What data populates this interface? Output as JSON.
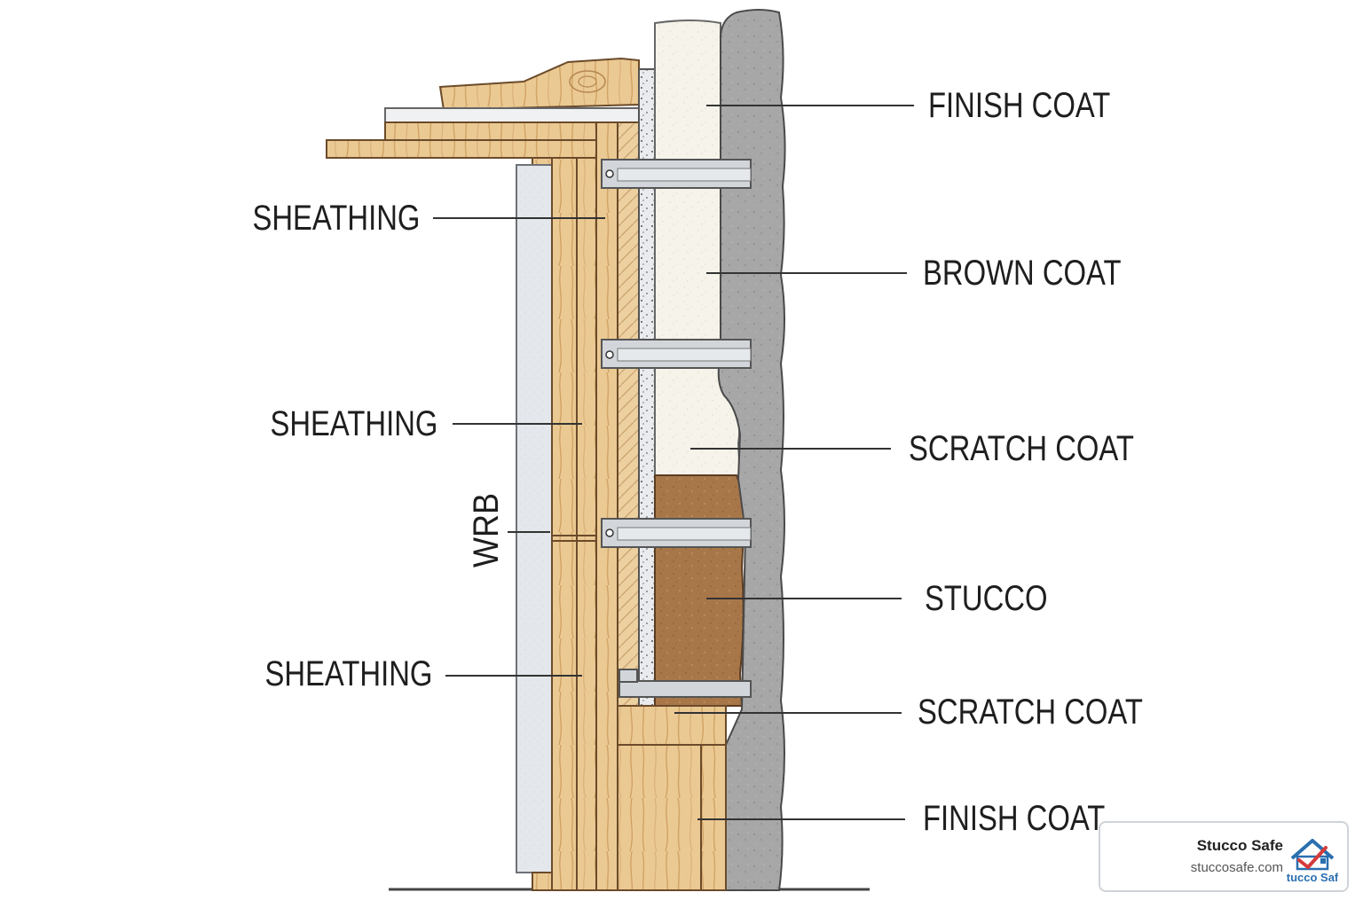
{
  "labels": {
    "left": [
      {
        "id": "sheathing-1",
        "text": "SHEATHING"
      },
      {
        "id": "sheathing-2",
        "text": "SHEATHING"
      },
      {
        "id": "sheathing-3",
        "text": "SHEATHING"
      }
    ],
    "right": [
      {
        "id": "finish-coat-top",
        "text": "FINISH COAT"
      },
      {
        "id": "brown-coat",
        "text": "BROWN COAT"
      },
      {
        "id": "scratch-coat-upper",
        "text": "SCRATCH COAT"
      },
      {
        "id": "stucco",
        "text": "STUCCO"
      },
      {
        "id": "scratch-coat-lower",
        "text": "SCRATCH COAT"
      },
      {
        "id": "finish-coat-bottom",
        "text": "FINISH COAT"
      }
    ],
    "vertical": {
      "text": "WRB"
    }
  },
  "brand": {
    "name": "Stucco Safe",
    "url": "stuccosafe.com",
    "logo_text": "tucco Saf"
  },
  "colors": {
    "wood": "#e8c48e",
    "wood_dark": "#c99a5a",
    "cement": "#a4a4a4",
    "white_coat": "#f5f3e8",
    "brown_coat": "#a9784a",
    "wrb": "#e3e6ea",
    "metal": "#cfd4d8",
    "logo_blue": "#2a6fb0",
    "logo_red": "#d63a3a"
  }
}
